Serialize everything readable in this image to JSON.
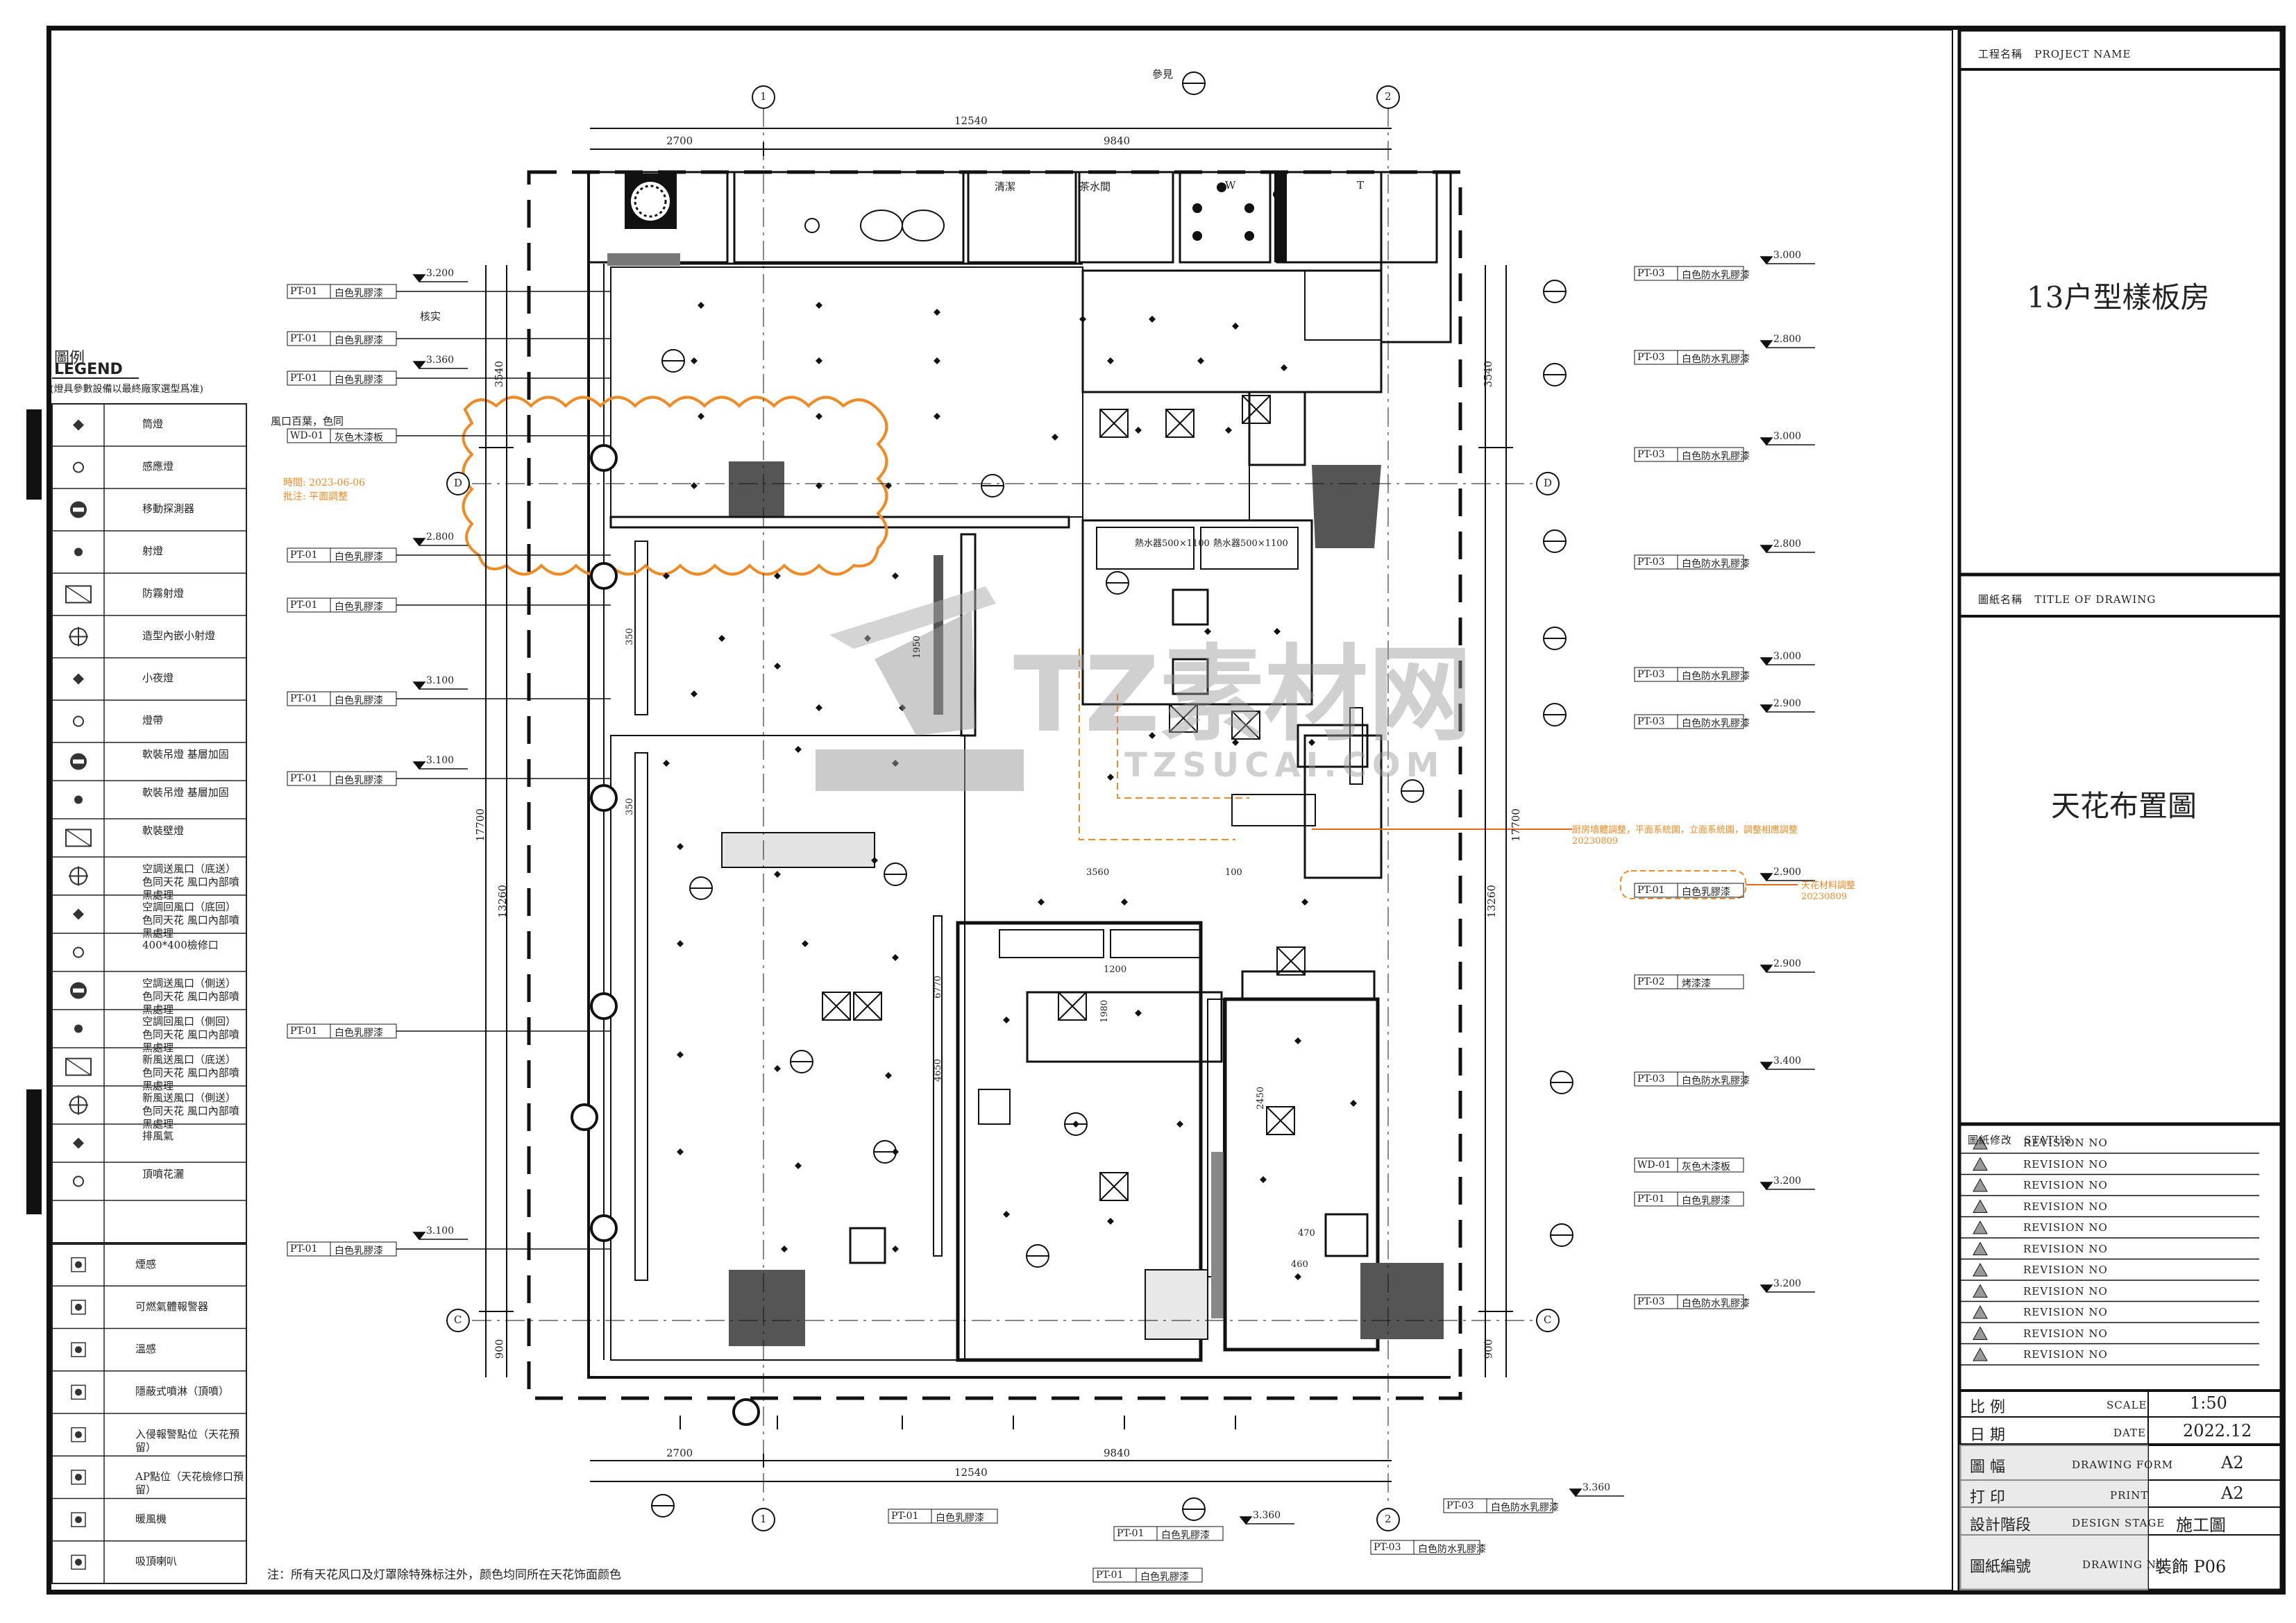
{
  "title_block": {
    "project_label_cn": "工程名稱",
    "project_label_en": "PROJECT NAME",
    "project_name": "13户型樣板房",
    "drawing_label_cn": "圖紙名稱",
    "drawing_label_en": "TITLE OF DRAWING",
    "drawing_title": "天花布置圖",
    "status_label_cn": "圖紙修改",
    "status_label_en": "STATUS",
    "revisions": [
      "REVISION NO",
      "REVISION NO",
      "REVISION NO",
      "REVISION NO",
      "REVISION NO",
      "REVISION NO",
      "REVISION NO",
      "REVISION NO",
      "REVISION NO",
      "REVISION NO",
      "REVISION NO"
    ],
    "scale_cn": "比 例",
    "scale_en": "SCALE",
    "scale_value": "1:50",
    "date_cn": "日 期",
    "date_en": "DATE",
    "date_value": "2022.12",
    "form_cn": "圖 幅",
    "form_en": "DRAWING FORM",
    "form_value": "A2",
    "print_cn": "打 印",
    "print_en": "PRINT",
    "print_value": "A2",
    "stage_cn": "設計階段",
    "stage_en": "DESIGN STAGE",
    "stage_value": "施工圖",
    "no_cn": "圖紙編號",
    "no_en": "DRAWING NO",
    "no_value": "裝飾 P06"
  },
  "legend": {
    "title_cn": "圖例",
    "title_en": "LEGEND",
    "note": "(燈具參數設備以最終廠家選型爲准)",
    "items": [
      {
        "icon": "downlight-icon",
        "label": "筒燈"
      },
      {
        "icon": "sensor-light-icon",
        "label": "感應燈"
      },
      {
        "icon": "motion-detector-icon",
        "label": "移動探測器"
      },
      {
        "icon": "spotlight-icon",
        "label": "射燈"
      },
      {
        "icon": "fog-spotlight-icon",
        "label": "防霧射燈"
      },
      {
        "icon": "recessed-spotlight-icon",
        "label": "造型內嵌小射燈"
      },
      {
        "icon": "night-light-icon",
        "label": "小夜燈"
      },
      {
        "icon": "led-strip-icon",
        "label": "燈帶"
      },
      {
        "icon": "pendant-light-icon",
        "label": "軟裝吊燈 基層加固"
      },
      {
        "icon": "ceiling-lamp-icon",
        "label": "軟裝吊燈 基層加固"
      },
      {
        "icon": "ceiling-mounted-lamp-icon",
        "label": "軟裝壁燈"
      },
      {
        "icon": "ac-supply-vent-icon",
        "label": "空調送風口（底送） 色同天花 風口內部噴黑處理"
      },
      {
        "icon": "ac-return-vent-icon",
        "label": "空調回風口（底回） 色同天花 風口內部噴黑處理"
      },
      {
        "icon": "access-panel-icon",
        "label": "400*400檢修口"
      },
      {
        "icon": "ac-side-supply-icon",
        "label": "空調送風口（側送） 色同天花 風口內部噴黑處理"
      },
      {
        "icon": "ac-side-return-icon",
        "label": "空調回風口（側回） 色同天花 風口內部噴黑處理"
      },
      {
        "icon": "fresh-air-supply-icon",
        "label": "新風送風口（底送） 色同天花 風口內部噴黑處理"
      },
      {
        "icon": "fresh-air-side-icon",
        "label": "新風送風口（側送） 色同天花 風口內部噴黑處理"
      },
      {
        "icon": "exhaust-icon",
        "label": "排風氣"
      },
      {
        "icon": "ceiling-shower-icon",
        "label": "頂噴花灑"
      }
    ],
    "items2": [
      {
        "icon": "smoke-detector-icon",
        "label": "煙感"
      },
      {
        "icon": "gas-detector-icon",
        "label": "可燃氣體報警器"
      },
      {
        "icon": "heat-detector-icon",
        "label": "溫感"
      },
      {
        "icon": "sprinkler-icon",
        "label": "隱蔽式噴淋（頂噴）"
      },
      {
        "icon": "intrusion-alarm-icon",
        "label": "入侵報警點位（天花預留）"
      },
      {
        "icon": "ap-point-icon",
        "label": "AP點位（天花檢修口預留）"
      },
      {
        "icon": "heater-icon",
        "label": "暖風機"
      },
      {
        "icon": "ceiling-speaker-icon",
        "label": "吸頂喇叭"
      }
    ]
  },
  "plan": {
    "dim_top_total": "12540",
    "dim_top_a": "2700",
    "dim_top_b": "9840",
    "dim_bottom_total": "12540",
    "dim_bottom_a": "2700",
    "dim_bottom_b": "9840",
    "dim_left_total": "17700",
    "dim_left_a": "3540",
    "dim_left_b": "13260",
    "dim_left_c": "900",
    "dim_right_total": "17700",
    "dim_right_a": "3540",
    "dim_right_b": "13260",
    "dim_right_c": "900",
    "inner_dims": [
      "3560",
      "1200",
      "1980",
      "6770",
      "4650",
      "2450",
      "1950",
      "470",
      "460",
      "350",
      "350",
      "100"
    ],
    "grid_labels": [
      "1",
      "2",
      "D",
      "C"
    ],
    "room_labels": [
      "清潔",
      "茶水間",
      "W",
      "T"
    ],
    "callout_ref": "參見",
    "verify": "核实",
    "finish_tags_left": [
      {
        "code": "PT-01",
        "desc": "白色乳膠漆",
        "height": "3.200"
      },
      {
        "code": "PT-01",
        "desc": "白色乳膠漆",
        "height": ""
      },
      {
        "code": "PT-01",
        "desc": "白色乳膠漆",
        "height": "3.360"
      },
      {
        "code": "WD-01",
        "desc": "灰色木漆板",
        "height": ""
      },
      {
        "code": "PT-01",
        "desc": "白色乳膠漆",
        "height": "2.800"
      },
      {
        "code": "PT-01",
        "desc": "白色乳膠漆",
        "height": ""
      },
      {
        "code": "PT-01",
        "desc": "白色乳膠漆",
        "height": "3.100"
      },
      {
        "code": "PT-01",
        "desc": "白色乳膠漆",
        "height": "3.100"
      },
      {
        "code": "PT-01",
        "desc": "白色乳膠漆",
        "height": ""
      },
      {
        "code": "PT-01",
        "desc": "白色乳膠漆",
        "height": "3.100"
      }
    ],
    "finish_tags_right": [
      {
        "code": "PT-03",
        "desc": "白色防水乳膠漆",
        "height": "3.000"
      },
      {
        "code": "PT-03",
        "desc": "白色防水乳膠漆",
        "height": "2.800"
      },
      {
        "code": "PT-03",
        "desc": "白色防水乳膠漆",
        "height": "3.000"
      },
      {
        "code": "PT-03",
        "desc": "白色防水乳膠漆",
        "height": "2.800"
      },
      {
        "code": "PT-03",
        "desc": "白色防水乳膠漆",
        "height": "3.000"
      },
      {
        "code": "PT-03",
        "desc": "白色防水乳膠漆",
        "height": "2.900"
      },
      {
        "code": "PT-01",
        "desc": "白色乳膠漆",
        "height": "2.900"
      },
      {
        "code": "PT-02",
        "desc": "烤漆漆",
        "height": "2.900"
      },
      {
        "code": "PT-03",
        "desc": "白色防水乳膠漆",
        "height": "3.400"
      },
      {
        "code": "WD-01",
        "desc": "灰色木漆板",
        "height": ""
      },
      {
        "code": "PT-01",
        "desc": "白色乳膠漆",
        "height": "3.200"
      },
      {
        "code": "PT-03",
        "desc": "白色防水乳膠漆",
        "height": "3.200"
      }
    ],
    "finish_tags_bottom": [
      {
        "code": "PT-01",
        "desc": "白色乳膠漆",
        "height": ""
      },
      {
        "code": "PT-01",
        "desc": "白色乳膠漆",
        "height": "3.360"
      },
      {
        "code": "PT-01",
        "desc": "白色乳膠漆",
        "height": ""
      },
      {
        "code": "PT-03",
        "desc": "白色防水乳膠漆",
        "height": "3.360"
      },
      {
        "code": "PT-03",
        "desc": "白色防水乳膠漆",
        "height": ""
      }
    ],
    "vent_note": "風口百葉，色同",
    "heater_text": "熱水器500×1100",
    "revision_cloud_note_1": "時間: 2023-06-06",
    "revision_cloud_note_2": "批注: 平面調整",
    "revision_note_right": "厨房墙體調整，平面系統圖，立面系統圖，調整相應調整",
    "revision_date_right": "20230809",
    "revision_note_right2": "天花材料調整",
    "revision_date_right2": "20230809",
    "footer_note": "注：所有天花风口及灯罩除特殊标注外，颜色均同所在天花饰面颜色"
  },
  "watermark": {
    "text_cn": "TZ素材网",
    "text_en": "TZSUCAI.COM"
  },
  "colors": {
    "line": "#222222",
    "fill_dark": "#555555",
    "revision_cloud": "#f08a24",
    "revision_text": "#e26a1b"
  }
}
